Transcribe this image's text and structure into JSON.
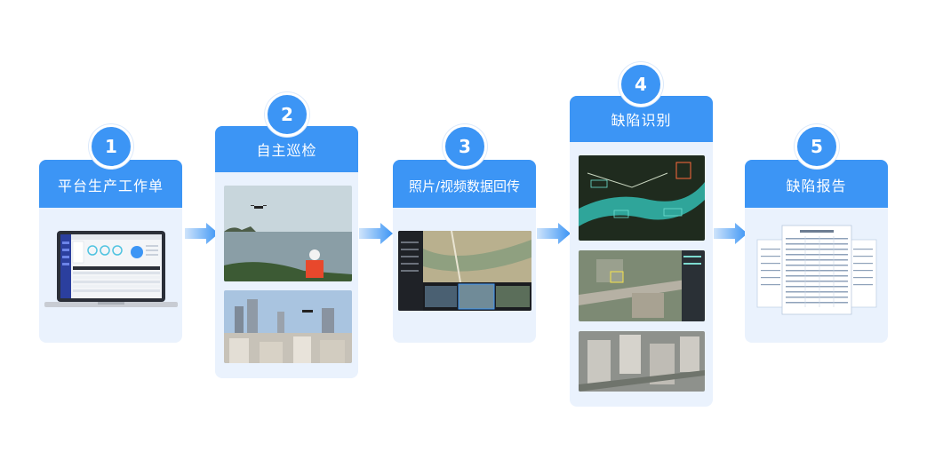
{
  "steps": [
    {
      "num": "1",
      "title": "平台生产工作单"
    },
    {
      "num": "2",
      "title": "自主巡检"
    },
    {
      "num": "3",
      "title": "照片/视频数据回传"
    },
    {
      "num": "4",
      "title": "缺陷识别"
    },
    {
      "num": "5",
      "title": "缺陷报告"
    }
  ],
  "colors": {
    "accent": "#3c95f5",
    "card_bg": "#eaf2fd"
  }
}
